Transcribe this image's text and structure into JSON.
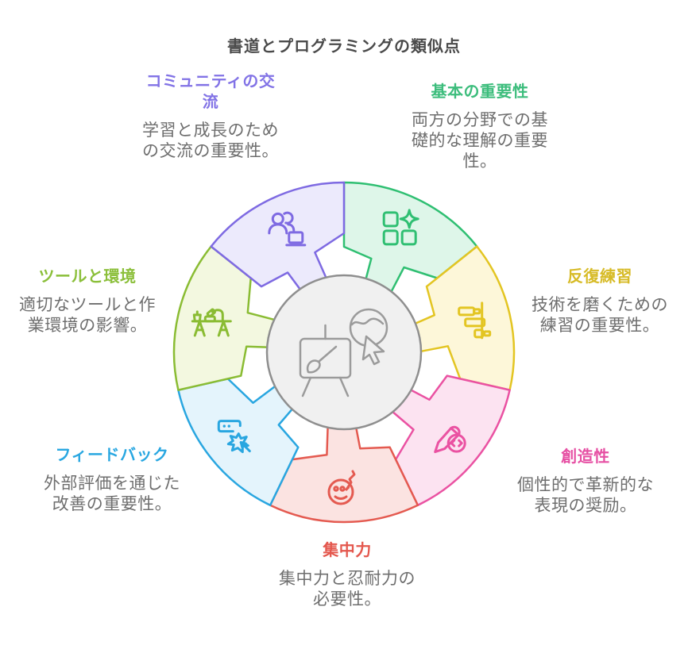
{
  "title": "書道とプログラミングの類似点",
  "wheel": {
    "center_fill": "#f0f0f0",
    "center_stroke": "#8f8f8f",
    "center_icons": [
      "easel-brush-icon",
      "person-cursor-icon"
    ]
  },
  "segments": [
    {
      "id": "basics",
      "title": "基本の重要性",
      "description": "両方の分野での基礎的な理解の重要性。",
      "label_color": "#3cbd7c",
      "color": "#2fbf72",
      "fill": "#def6e9",
      "icon": "squares-sparkle-icon"
    },
    {
      "id": "practice",
      "title": "反復練習",
      "description": "技術を磨くための練習の重要性。",
      "label_color": "#d7bb27",
      "color": "#e3c522",
      "fill": "#fdf7d9",
      "icon": "gantt-bars-icon"
    },
    {
      "id": "creativity",
      "title": "創造性",
      "description": "個性的で革新的な表現の奨励。",
      "label_color": "#e64fa3",
      "color": "#ea52a2",
      "fill": "#fce3f1",
      "icon": "pencil-code-icon"
    },
    {
      "id": "focus",
      "title": "集中力",
      "description": "集中力と忍耐力の必要性。",
      "label_color": "#e4574d",
      "color": "#e45a50",
      "fill": "#fbe3e1",
      "icon": "smiley-pen-icon"
    },
    {
      "id": "feedback",
      "title": "フィードバック",
      "description": "外部評価を通じた改善の重要性。",
      "label_color": "#29a7e1",
      "color": "#29a6e0",
      "fill": "#e4f4fc",
      "icon": "notification-click-icon"
    },
    {
      "id": "tools",
      "title": "ツールと環境",
      "description": "適切なツールと作業環境の影響。",
      "label_color": "#8bbf3a",
      "color": "#8abc33",
      "fill": "#f3f8e0",
      "icon": "desk-lamp-icon"
    },
    {
      "id": "community",
      "title": "コミュニティの交流",
      "description": "学習と成長のための交流の重要性。",
      "label_color": "#8273e6",
      "color": "#7e6ae2",
      "fill": "#eceafc",
      "icon": "people-laptop-icon"
    }
  ]
}
